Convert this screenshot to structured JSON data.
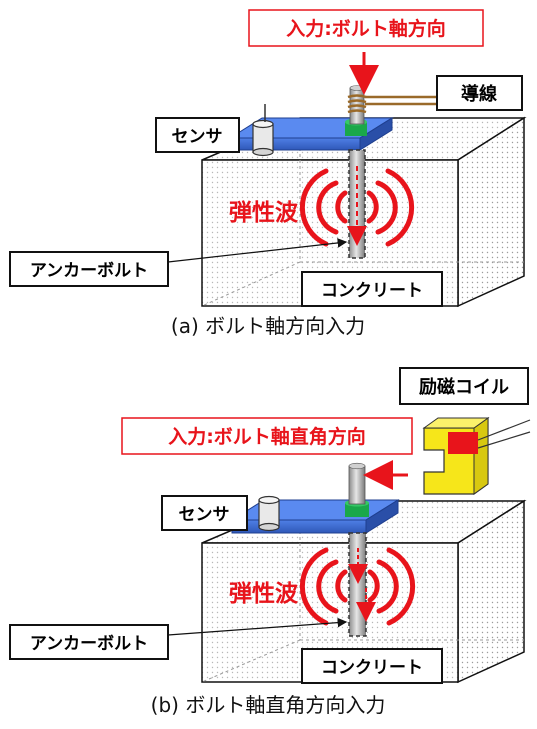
{
  "panel_a": {
    "input_label": "入力:ボルト軸方向",
    "wire_label": "導線",
    "sensor_label": "センサ",
    "wave_label": "弾性波",
    "bolt_label": "アンカーボルト",
    "concrete_label": "コンクリート",
    "caption": "(a) ボルト軸方向入力"
  },
  "panel_b": {
    "coil_label": "励磁コイル",
    "input_label": "入力:ボルト軸直角方向",
    "sensor_label": "センサ",
    "wave_label": "弾性波",
    "bolt_label": "アンカーボルト",
    "concrete_label": "コンクリート",
    "caption": "(b) ボルト軸直角方向入力"
  },
  "colors": {
    "accent_red": "#e8141b",
    "plate_blue": "#3f6fd8",
    "washer_green": "#1aa84a",
    "coil_yellow": "#f6e61a",
    "wire_brown": "#9a6a2a"
  }
}
